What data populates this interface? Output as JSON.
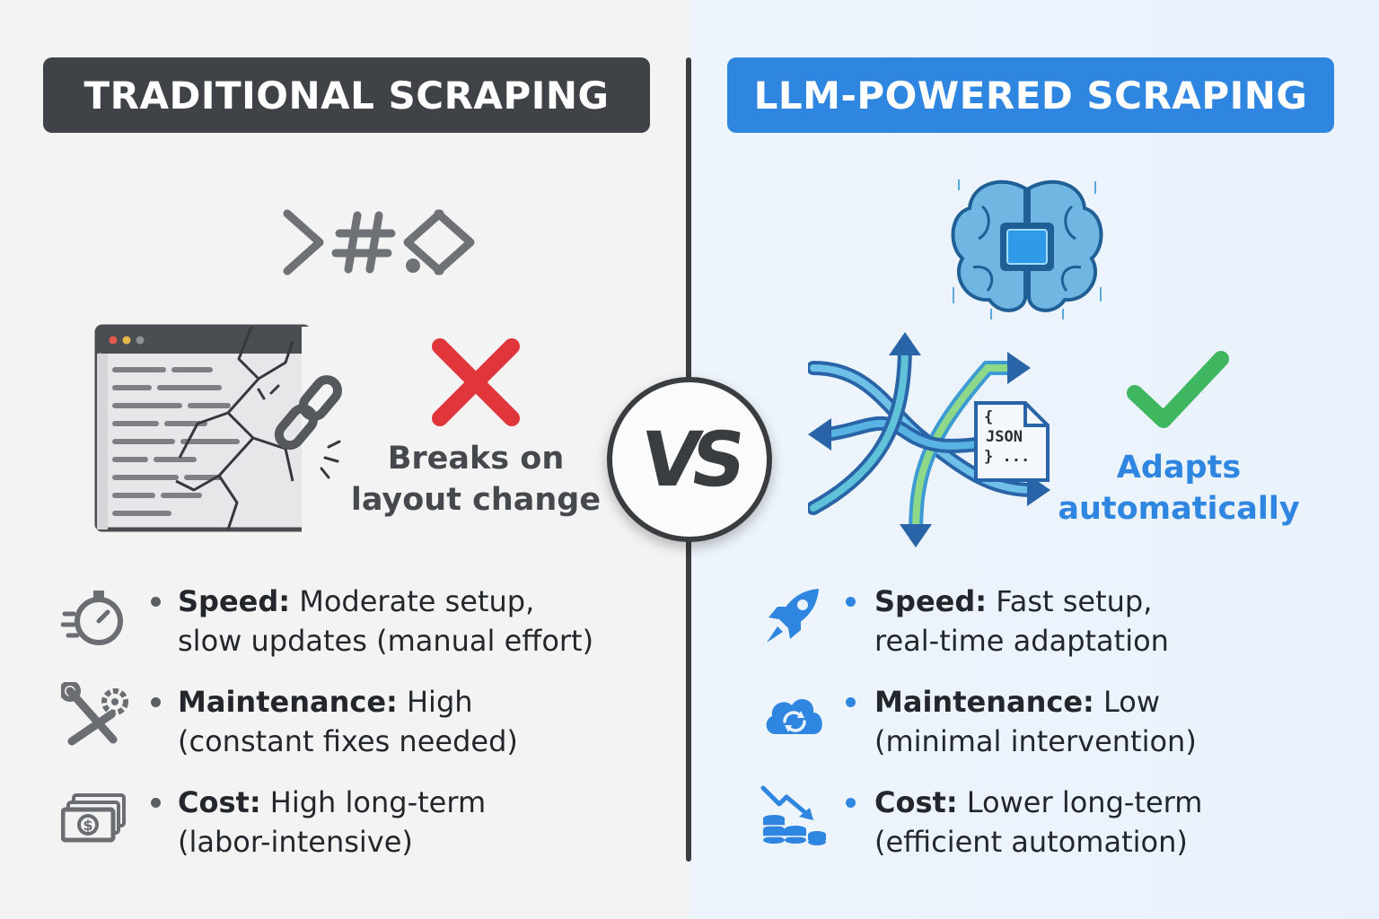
{
  "left": {
    "title": "TRADITIONAL SCRAPING",
    "code_symbols": "<>#.>",
    "caption_line1": "Breaks on",
    "caption_line2": "layout change",
    "points": [
      {
        "label": "Speed:",
        "line1": " Moderate setup,",
        "line2": "slow updates (manual effort)",
        "icon": "stopwatch-icon"
      },
      {
        "label": "Maintenance:",
        "line1": " High",
        "line2": "(constant fixes needed)",
        "icon": "wrench-gear-icon"
      },
      {
        "label": "Cost:",
        "line1": " High long-term",
        "line2": "(labor-intensive)",
        "icon": "money-icon"
      }
    ]
  },
  "right": {
    "title": "LLM-POWERED SCRAPING",
    "json_line1": "{",
    "json_line2": "JSON",
    "json_line3": "} ...",
    "caption_line1": "Adapts",
    "caption_line2": "automatically",
    "points": [
      {
        "label": "Speed:",
        "line1": " Fast setup,",
        "line2": "real-time adaptation",
        "icon": "rocket-icon"
      },
      {
        "label": "Maintenance:",
        "line1": " Low",
        "line2": "(minimal intervention)",
        "icon": "cloud-sync-icon"
      },
      {
        "label": "Cost:",
        "line1": " Lower long-term",
        "line2": "(efficient automation)",
        "icon": "coins-down-icon"
      }
    ]
  },
  "vs_label": "VS",
  "colors": {
    "left_header": "#3f4347",
    "right_header": "#2f86e0",
    "cross": "#e0363b",
    "check": "#3fb660",
    "accent_blue": "#2f86e0"
  }
}
